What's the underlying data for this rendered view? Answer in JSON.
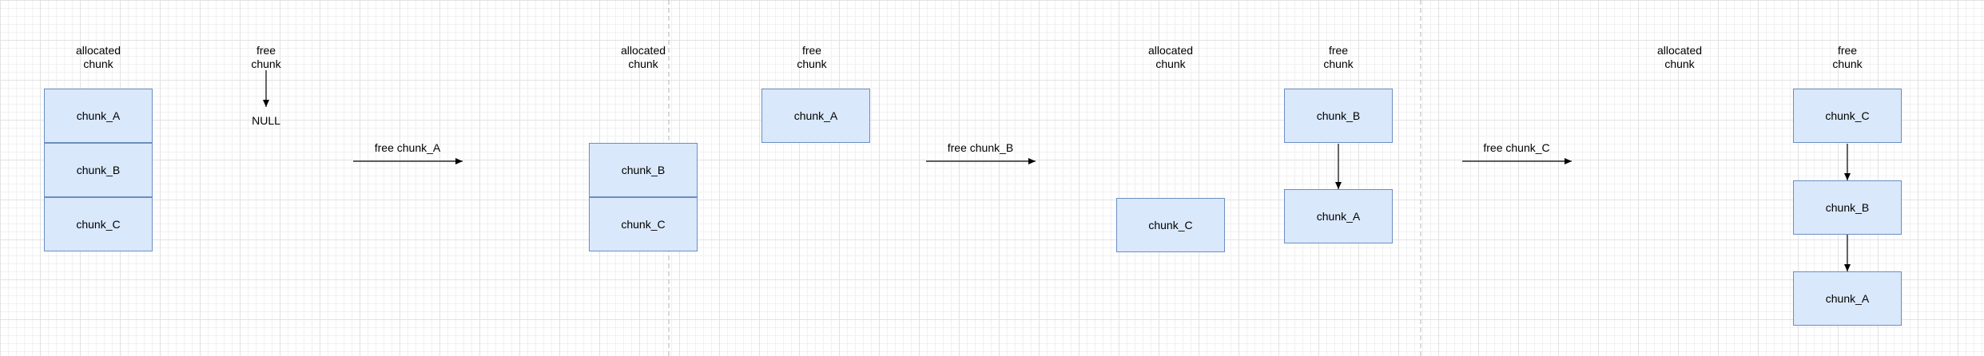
{
  "stages": [
    {
      "allocated_header": [
        "allocated",
        "chunk"
      ],
      "free_header": [
        "free",
        "chunk"
      ],
      "allocated_chunks": [
        "chunk_A",
        "chunk_B",
        "chunk_C"
      ],
      "free_list": [],
      "free_null": "NULL"
    },
    {
      "allocated_header": [
        "allocated",
        "chunk"
      ],
      "free_header": [
        "free",
        "chunk"
      ],
      "allocated_chunks": [
        "chunk_B",
        "chunk_C"
      ],
      "free_list": [
        "chunk_A"
      ]
    },
    {
      "allocated_header": [
        "allocated",
        "chunk"
      ],
      "free_header": [
        "free",
        "chunk"
      ],
      "allocated_chunks": [
        "chunk_C"
      ],
      "free_list": [
        "chunk_B",
        "chunk_A"
      ]
    },
    {
      "allocated_header": [
        "allocated",
        "chunk"
      ],
      "free_header": [
        "free",
        "chunk"
      ],
      "allocated_chunks": [],
      "free_list": [
        "chunk_C",
        "chunk_B",
        "chunk_A"
      ]
    }
  ],
  "operations": [
    "free chunk_A",
    "free chunk_B",
    "free chunk_C"
  ]
}
